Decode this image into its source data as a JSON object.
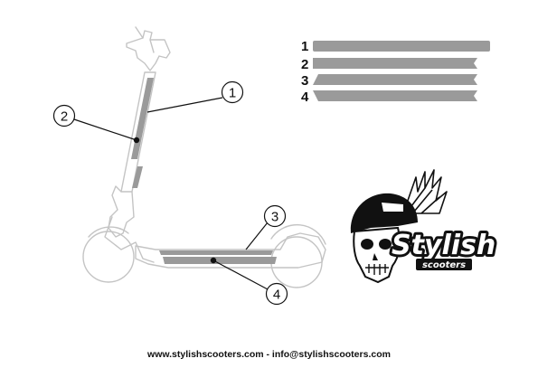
{
  "callouts": [
    {
      "id": "1",
      "label": "1"
    },
    {
      "id": "2",
      "label": "2"
    },
    {
      "id": "3",
      "label": "3"
    },
    {
      "id": "4",
      "label": "4"
    }
  ],
  "legend": [
    {
      "label": "1"
    },
    {
      "label": "2"
    },
    {
      "label": "3"
    },
    {
      "label": "4"
    }
  ],
  "colors": {
    "outline": "#c8c8c8",
    "strip": "#9a9a9a",
    "ink": "#111111"
  },
  "logo": {
    "brand": "Stylish",
    "sub": "scooters"
  },
  "footer": {
    "text": "www.stylishscooters.com - info@stylishscooters.com"
  }
}
